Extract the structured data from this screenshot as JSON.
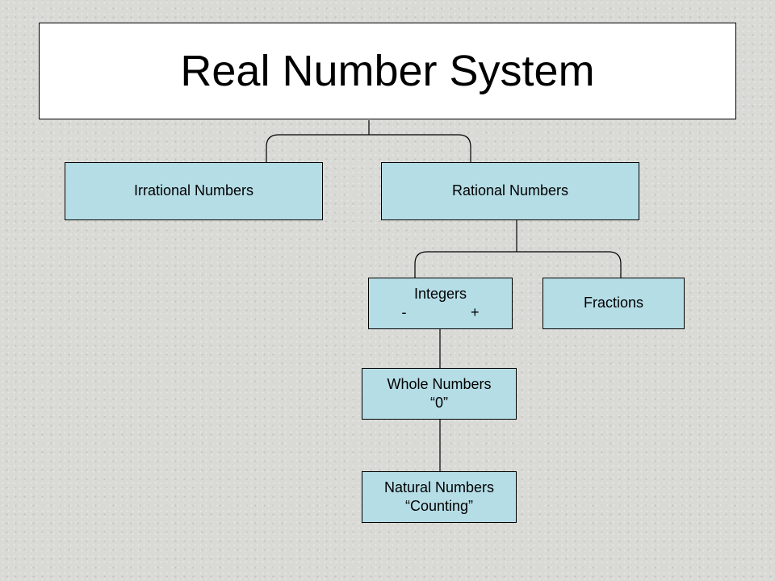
{
  "title": "Real Number System",
  "nodes": {
    "irrational": {
      "label": "Irrational Numbers"
    },
    "rational": {
      "label": "Rational Numbers"
    },
    "integers": {
      "label": "Integers",
      "sign_negative": "-",
      "sign_positive": "+"
    },
    "fractions": {
      "label": "Fractions"
    },
    "whole": {
      "label": "Whole Numbers",
      "sub": "“0”"
    },
    "natural": {
      "label": "Natural Numbers",
      "sub": "“Counting”"
    }
  },
  "colors": {
    "node_fill": "#b5dde6",
    "title_fill": "#ffffff",
    "line": "#000000"
  }
}
